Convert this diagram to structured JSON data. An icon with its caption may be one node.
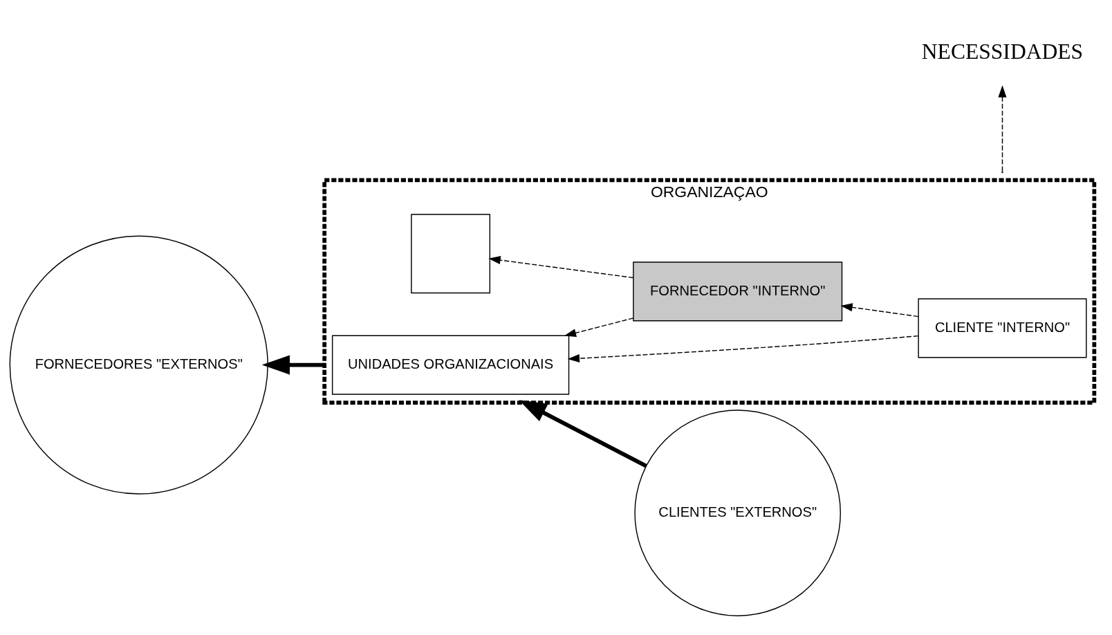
{
  "diagram": {
    "nodes": [
      {
        "text": [
          "ORGANIZAÇAO"
        ]
      },
      {
        "text": [
          "FORNECEDORES \"EXTERNOS\""
        ]
      },
      {
        "text": [
          "UNIDADES ORGANIZACIONAIS"
        ],
        "in": 0
      },
      {
        "text": [],
        "shape": "box",
        "in": 0
      },
      {
        "text": [
          "CLIENTE \"INTERNO\""
        ],
        "in": 0
      },
      {
        "text": [
          "FORNECEDOR \"INTERNO\""
        ],
        "in": 0
      },
      {
        "text": [
          "CLIENTES \"EXTERNOS\""
        ]
      }
    ],
    "edges": [
      {
        "from": 6,
        "to": 0,
        "arrow": "to",
        "style": "thick"
      },
      {
        "from": 4,
        "to": 2,
        "arrow": "to",
        "style": "dashed"
      },
      {
        "from": 4,
        "to": 5,
        "arrow": "to",
        "style": "dashed"
      },
      {
        "from": 5,
        "to": 2,
        "arrow": "to",
        "style": "dashed"
      },
      {
        "from": 5,
        "to": 3,
        "arrow": "to",
        "style": "dashed"
      },
      {
        "from": 0,
        "to": 1,
        "arrow": "to",
        "style": "thick"
      }
    ],
    "legend": [
      {
        "text": "NECESSIDADES"
      }
    ]
  }
}
